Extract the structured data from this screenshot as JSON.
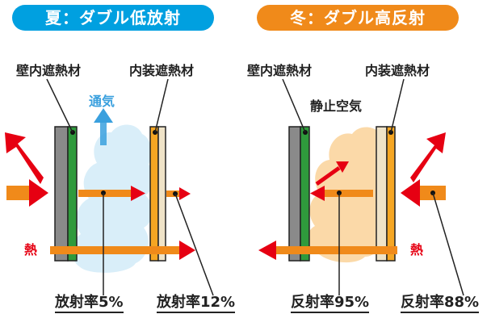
{
  "summer": {
    "title": "夏：ダブル低放射",
    "wall_label": "壁内遮熱材",
    "inner_label": "内装遮熱材",
    "airflow_label": "通気",
    "heat_label": "熱",
    "rate_left": "放射率5%",
    "rate_right": "放射率12%"
  },
  "winter": {
    "title": "冬：ダブル高反射",
    "wall_label": "壁内遮熱材",
    "inner_label": "内装遮熱材",
    "air_label": "静止空気",
    "heat_label": "熱",
    "rate_left": "反射率95%",
    "rate_right": "反射率88%"
  },
  "colors": {
    "summer_pill": "#00a0e0",
    "winter_pill": "#f08a1a",
    "heat_arrow": "#e60012",
    "gray_board": "#8a8a8a",
    "green_layer": "#2f9a3c",
    "beige_panel": "#efe3c8",
    "orange_layer": "#f5a623",
    "summer_cloud": "#d9eef9",
    "winter_cloud": "#fbd9a8",
    "vent_arrow": "#3aa0de"
  }
}
